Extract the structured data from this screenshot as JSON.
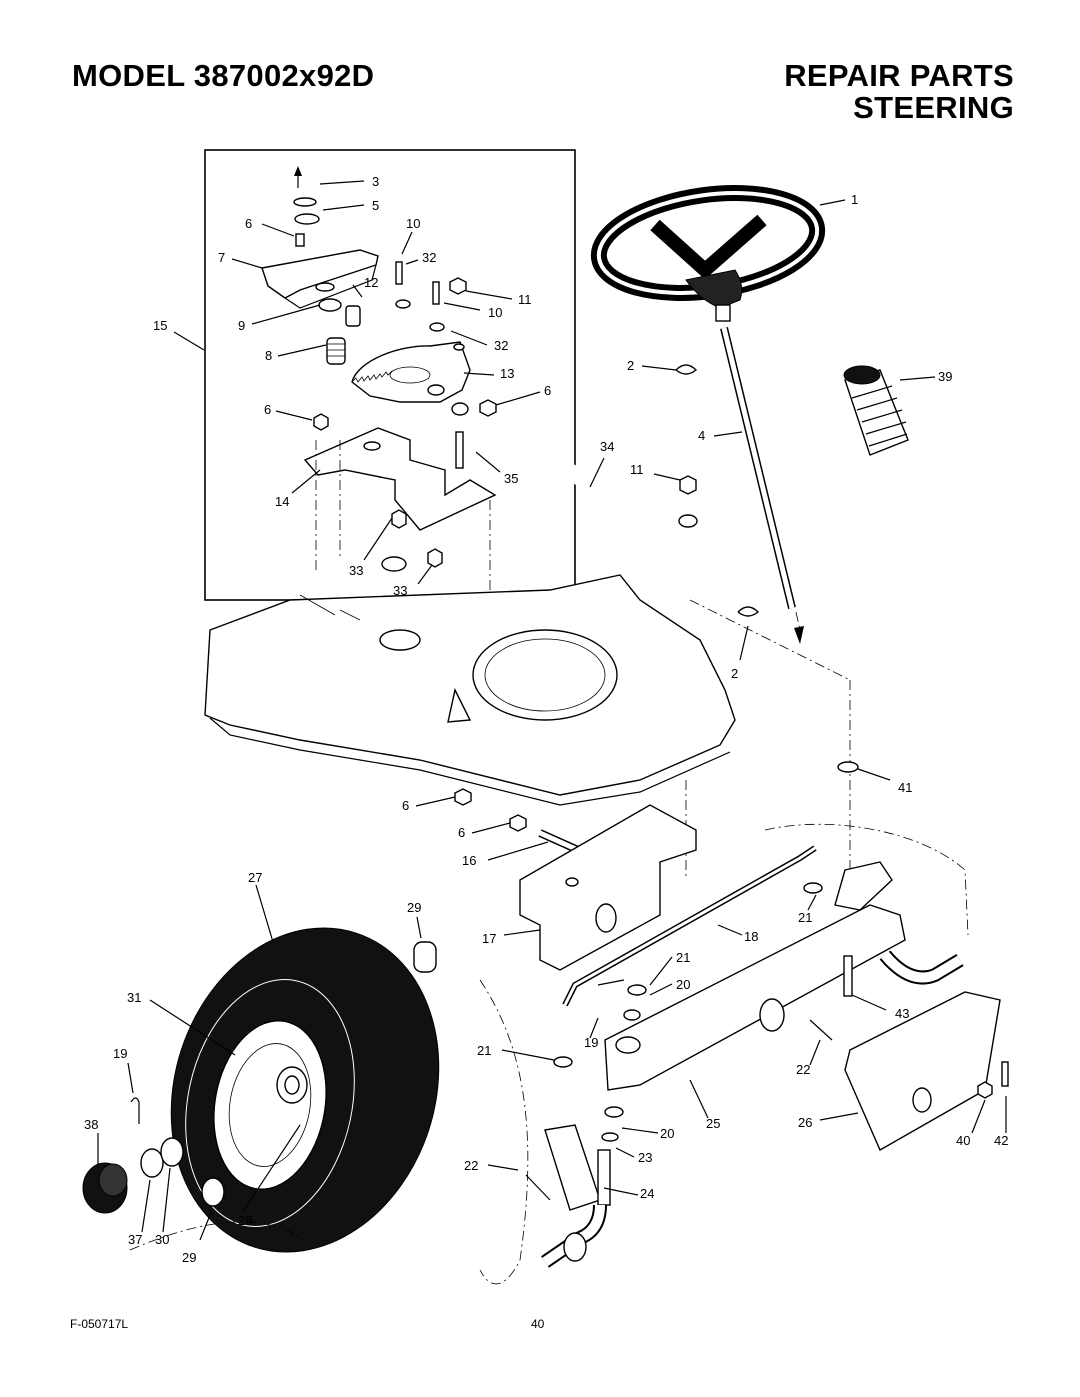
{
  "header": {
    "model": "MODEL 387002x92D",
    "repair_parts": "REPAIR PARTS",
    "section": "STEERING"
  },
  "footer": {
    "form_code": "F-050717L",
    "page_number": "40"
  },
  "callouts": [
    "3",
    "5",
    "6",
    "10",
    "7",
    "32",
    "12",
    "11",
    "15",
    "9",
    "10",
    "8",
    "32",
    "13",
    "6",
    "6",
    "14",
    "34",
    "35",
    "11",
    "33",
    "33",
    "1",
    "2",
    "39",
    "4",
    "2",
    "41",
    "6",
    "6",
    "16",
    "27",
    "29",
    "21",
    "17",
    "18",
    "21",
    "31",
    "20",
    "19",
    "19",
    "21",
    "43",
    "22",
    "38",
    "25",
    "20",
    "26",
    "22",
    "23",
    "40",
    "42",
    "24",
    "37",
    "30",
    "28",
    "29"
  ]
}
